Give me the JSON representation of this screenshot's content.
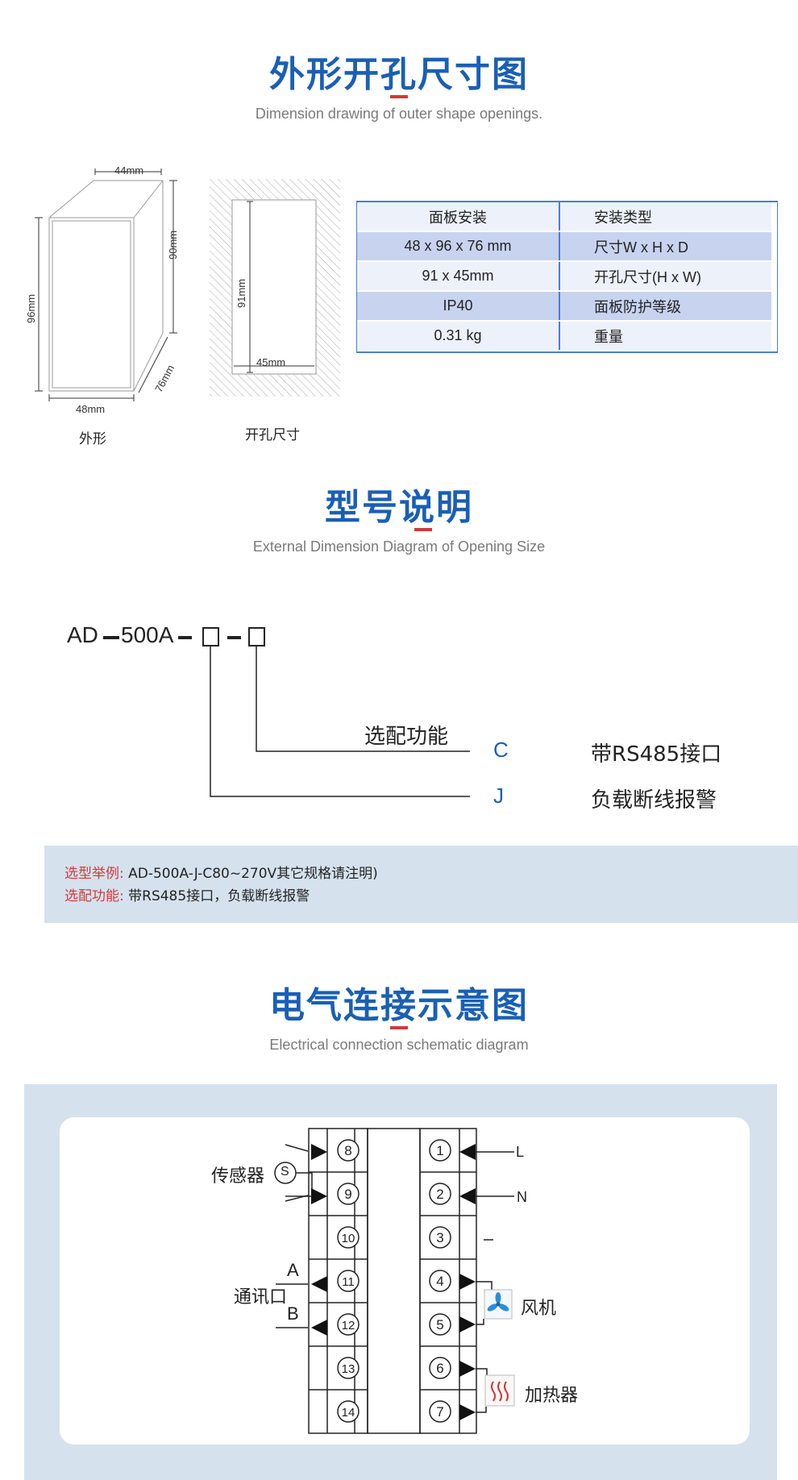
{
  "section1": {
    "title": "外形开孔尺寸图",
    "subtitle": "Dimension drawing of outer shape openings."
  },
  "outline": {
    "dim_top": "44mm",
    "dim_height_back": "90mm",
    "dim_height_front": "96mm",
    "dim_depth": "76mm",
    "dim_width": "48mm",
    "caption": "外形"
  },
  "cutout": {
    "dim_height": "91mm",
    "dim_width": "45mm",
    "caption": "开孔尺寸"
  },
  "spec_table": {
    "rows": [
      [
        "面板安装",
        "安装类型"
      ],
      [
        "48 x 96 x 76 mm",
        "尺寸W x H x D"
      ],
      [
        "91 x 45mm",
        "开孔尺寸(H x W)"
      ],
      [
        "IP40",
        "面板防护等级"
      ],
      [
        "0.31 kg",
        "重量"
      ]
    ],
    "row_colors": [
      "#edf1fa",
      "#c7d3ef",
      "#edf1fa",
      "#c7d3ef",
      "#edf1fa"
    ]
  },
  "section2": {
    "title": "型号说明",
    "subtitle": "External Dimension Diagram of Opening Size"
  },
  "model": {
    "code": "AD",
    "code2": "500A",
    "option_label": "选配功能",
    "options": [
      {
        "code": "C",
        "desc": "带RS485接口"
      },
      {
        "code": "J",
        "desc": "负载断线报警"
      }
    ]
  },
  "note": {
    "example_key": "选型举例:",
    "example_value": "AD-500A-J-C80~270V其它规格请注明)",
    "function_key": "选配功能:",
    "function_value": "带RS485接口，负载断线报警"
  },
  "section3": {
    "title": "电气连接示意图",
    "subtitle": "Electrical connection schematic diagram"
  },
  "wiring": {
    "left_terminals": [
      "8",
      "9",
      "10",
      "11",
      "12",
      "13",
      "14"
    ],
    "right_terminals": [
      "1",
      "2",
      "3",
      "4",
      "5",
      "6",
      "7"
    ],
    "sensor_label": "传感器",
    "sensor_symbol": "S",
    "comm_label": "通讯口",
    "comm_a": "A",
    "comm_b": "B",
    "line_l": "L",
    "line_n": "N",
    "fan_label": "风机",
    "heater_label": "加热器",
    "fan_icon": "fan-icon",
    "heater_icon": "heater-icon"
  }
}
